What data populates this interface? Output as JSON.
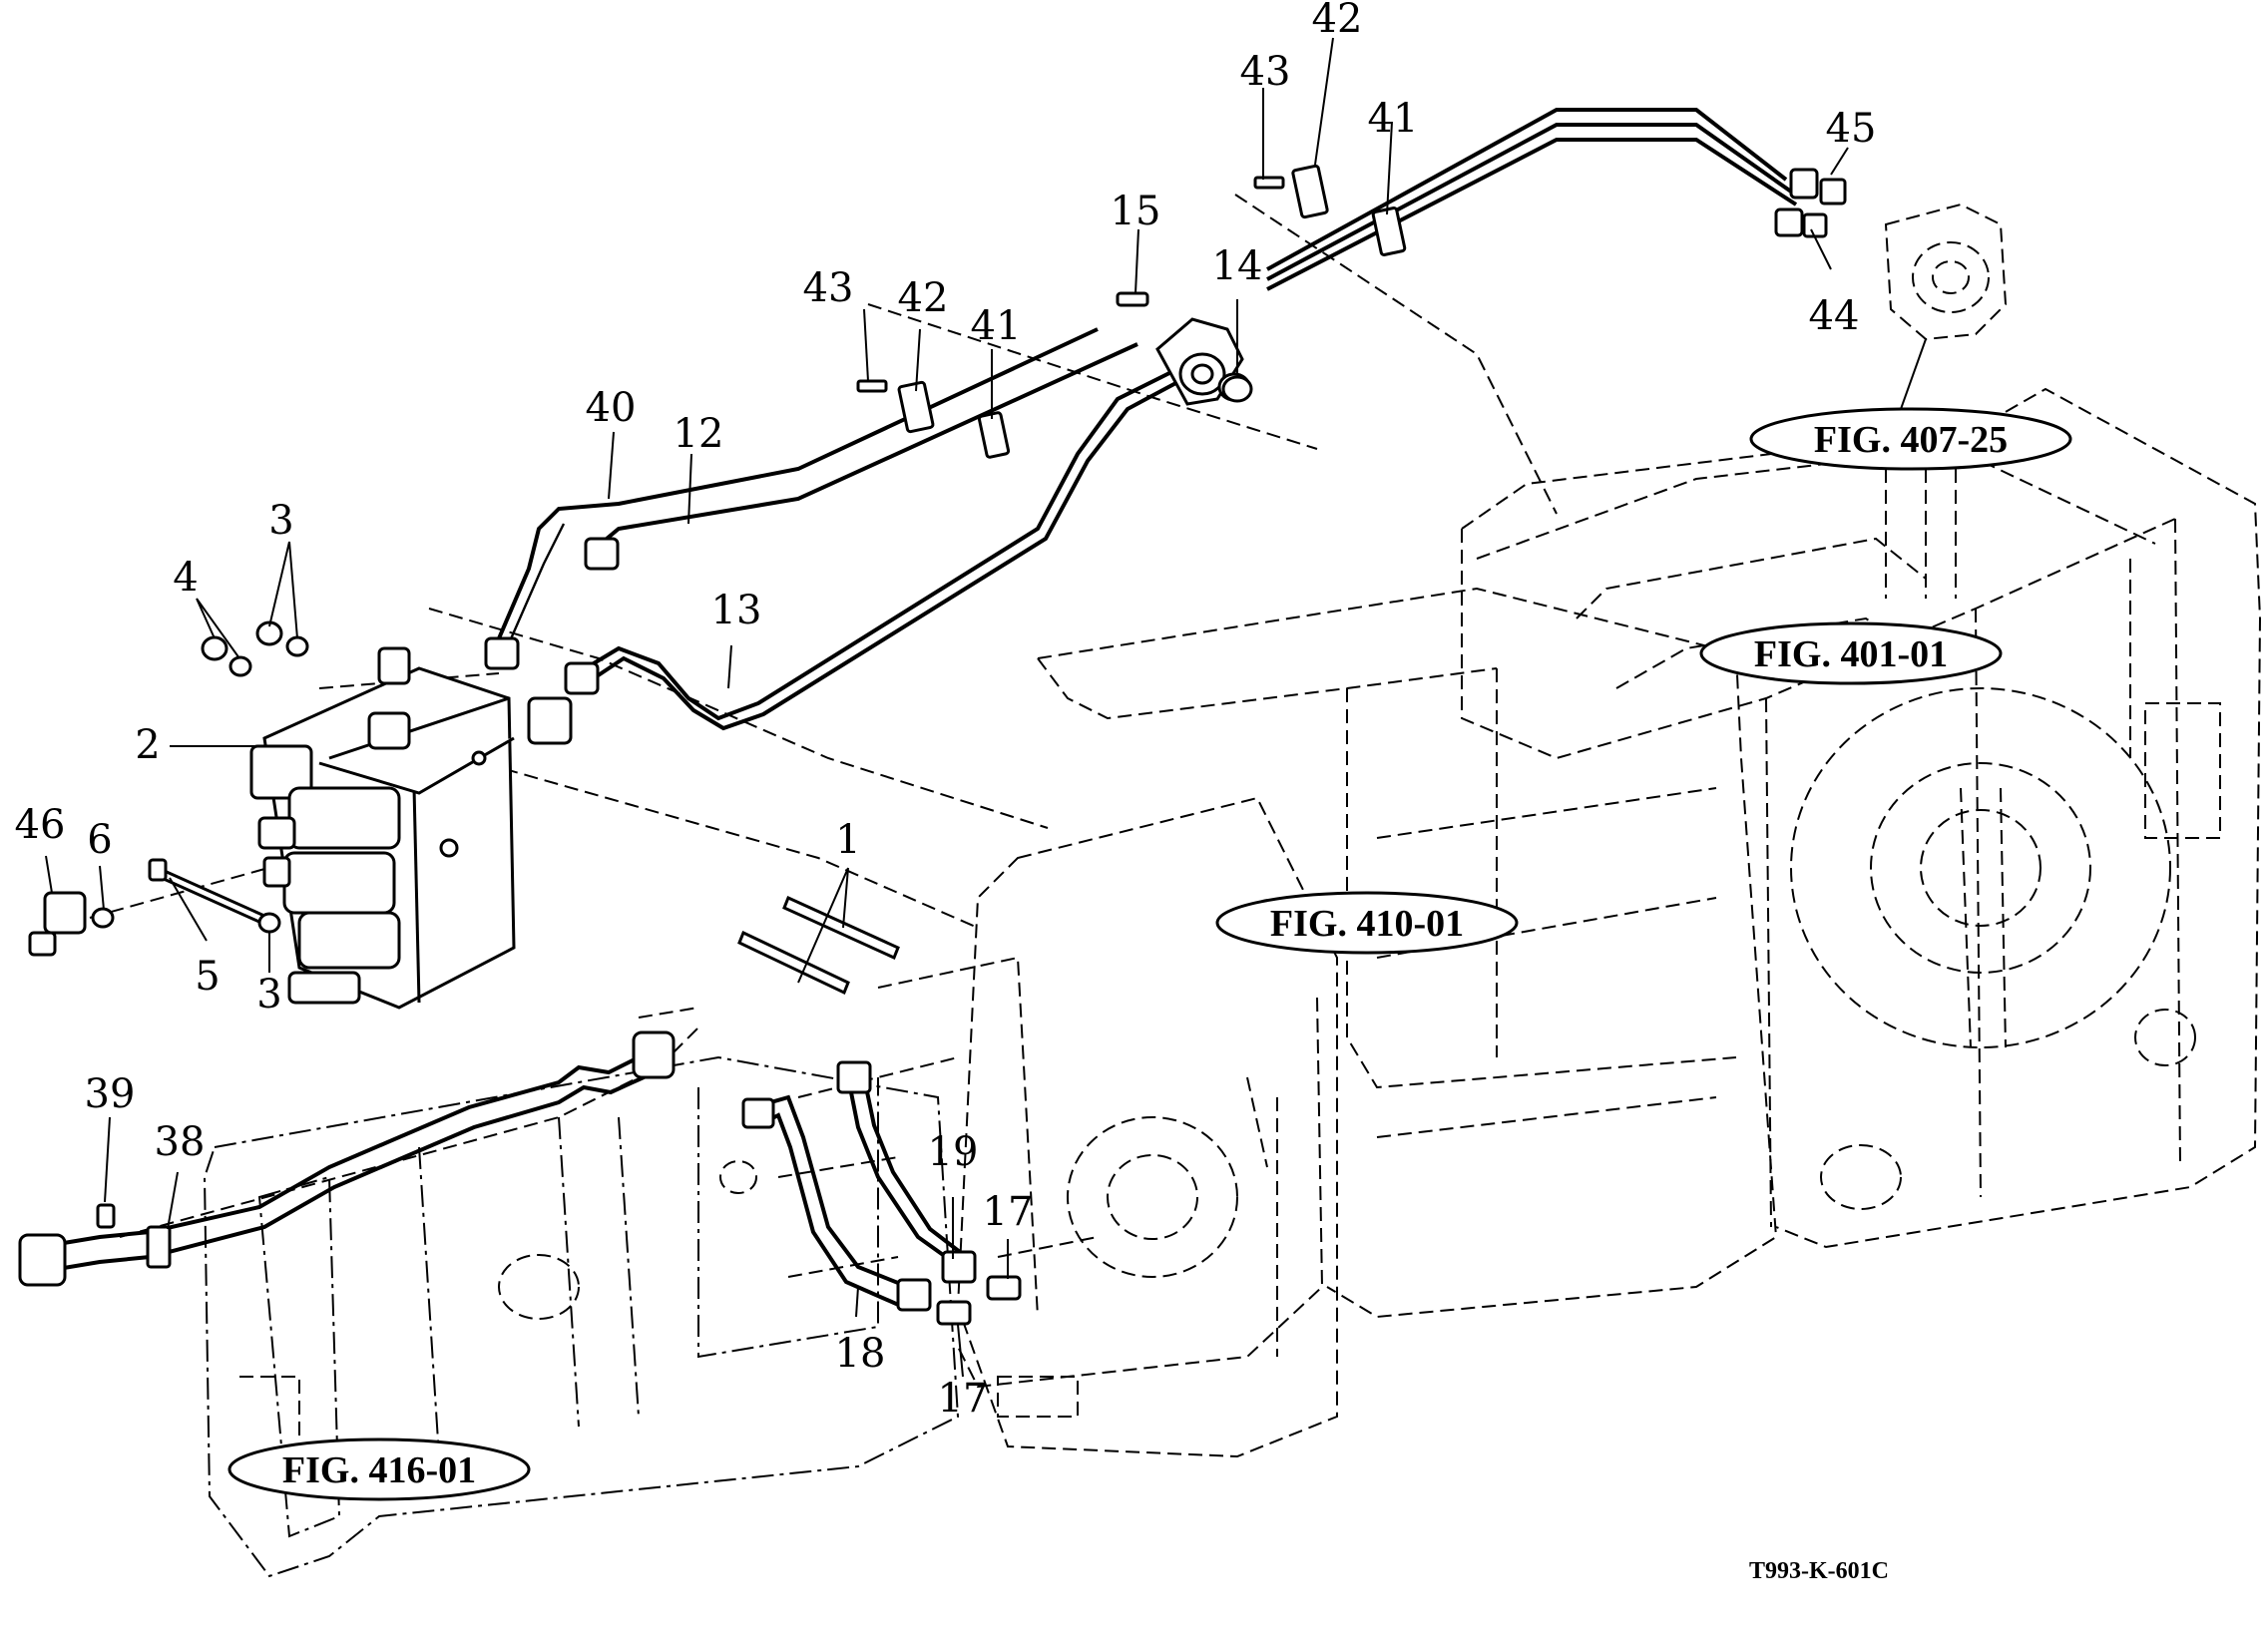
{
  "drawing_code": "T993-K-601C",
  "figure_refs": [
    {
      "id": "fig-407-25",
      "label": "FIG. 407-25"
    },
    {
      "id": "fig-401-01",
      "label": "FIG. 401-01"
    },
    {
      "id": "fig-410-01",
      "label": "FIG. 410-01"
    },
    {
      "id": "fig-416-01",
      "label": "FIG. 416-01"
    }
  ],
  "callouts": {
    "c42a": "42",
    "c43a": "43",
    "c41a": "41",
    "c45": "45",
    "c14": "14",
    "c44": "44",
    "c15": "15",
    "c43b": "43",
    "c42b": "42",
    "c41b": "41",
    "c40": "40",
    "c12": "12",
    "c3a": "3",
    "c4": "4",
    "c13": "13",
    "c2": "2",
    "c46": "46",
    "c6": "6",
    "c1": "1",
    "c5": "5",
    "c3b": "3",
    "c39": "39",
    "c38": "38",
    "c19": "19",
    "c17a": "17",
    "c18": "18",
    "c17b": "17"
  }
}
